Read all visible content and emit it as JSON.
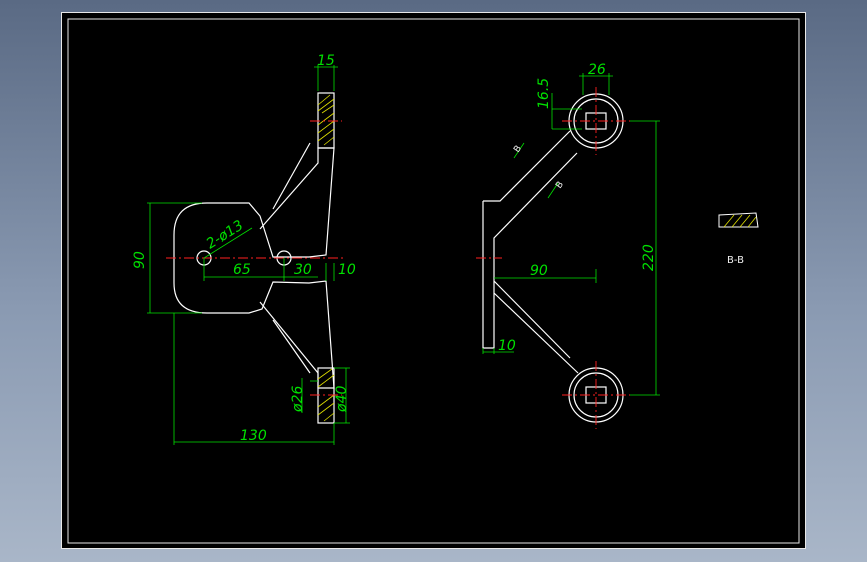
{
  "colors": {
    "background": "#000000",
    "outline": "#ffffff",
    "dimension": "#00e000",
    "centerline": "#ff2020",
    "hatch": "#e0e000",
    "frame": "#e8e8e8"
  },
  "front_view": {
    "dims": {
      "top_width": "15",
      "hole_note": "2-ø13",
      "height": "90",
      "hole_spacing": "65",
      "center_offset": "30",
      "plate_thickness": "10",
      "inner_dia": "ø26",
      "outer_dia": "ø40",
      "total_length": "130"
    }
  },
  "side_view": {
    "dims": {
      "boss_width": "26",
      "boss_offset": "16.5",
      "section_mark_upper": "B",
      "section_mark_lower": "B",
      "horizontal": "90",
      "vertical": "220",
      "base_thickness": "10"
    }
  },
  "section": {
    "label": "B-B"
  }
}
